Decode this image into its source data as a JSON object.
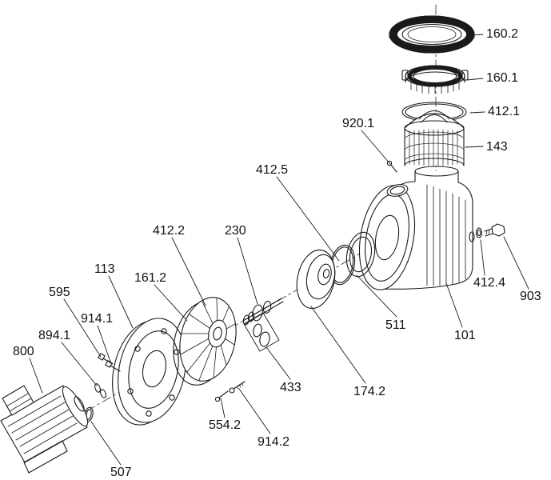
{
  "diagram": {
    "type": "exploded-parts-diagram",
    "subject": "pump-exploded-view",
    "background": "#ffffff",
    "line_color": "#1a1a1a",
    "labels": [
      "160.2",
      "160.1",
      "412.1",
      "143",
      "920.1",
      "412.5",
      "412.2",
      "230",
      "113",
      "161.2",
      "595",
      "914.1",
      "894.1",
      "800",
      "507",
      "554.2",
      "914.2",
      "433",
      "174.2",
      "511",
      "101",
      "412.4",
      "903"
    ]
  }
}
